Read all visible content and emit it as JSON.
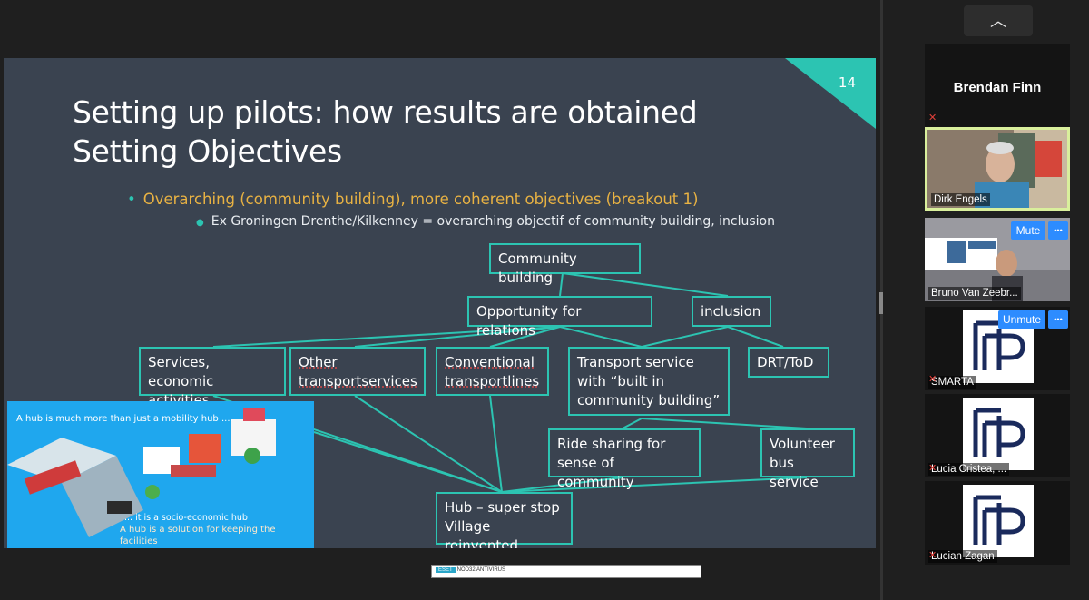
{
  "slide": {
    "page_number": "14",
    "title_line1": "Setting up pilots: how results are obtained",
    "title_line2": "Setting Objectives",
    "bullet1": "Overarching (community building), more coherent  objectives (breakout 1)",
    "bullet2": "Ex Groningen Drenthe/Kilkenney = overarching objectif of community building, inclusion",
    "boxes": {
      "community": "Community building",
      "opportunity": "Opportunity for relations",
      "inclusion": "inclusion",
      "services": "Services, economic\nactivities",
      "other": "Other\ntransportservices",
      "conventional": "Conventional\ntransportlines",
      "transport": "Transport service\nwith “built in\ncommunity building”",
      "drt": "DRT/ToD",
      "ride": "Ride sharing for\nsense of community",
      "volunteer": "Volunteer\nbus service",
      "hub": "Hub – super stop\nVillage reinvented"
    },
    "image_text": {
      "line1": "A hub is much more than just a mobility hub ....",
      "line2": ".... it is a socio-economic hub",
      "line3": "A hub is a solution for keeping the facilities\nin the city and rural areas accessible"
    },
    "colors": {
      "background": "#3a4350",
      "accent": "#2cc4b2",
      "bullet1": "#e8b243"
    }
  },
  "eset_bar": {
    "logo": "ESET",
    "text": "NOD32 ANTIVIRUS"
  },
  "participants_panel": {
    "collapse_icon": "chevron-up-icon",
    "mute_label": "Mute",
    "unmute_label": "Unmute",
    "more_label": "•••",
    "tiles": [
      {
        "name": "Brendan Finn"
      },
      {
        "name": "Dirk Engels"
      },
      {
        "name": "Bruno Van Zeebr..."
      },
      {
        "name": "SMARTA"
      },
      {
        "name": "Lucia Cristea, ..."
      },
      {
        "name": "Lucian Zagan"
      }
    ],
    "active_speaker_color": "#d9ef9c"
  }
}
